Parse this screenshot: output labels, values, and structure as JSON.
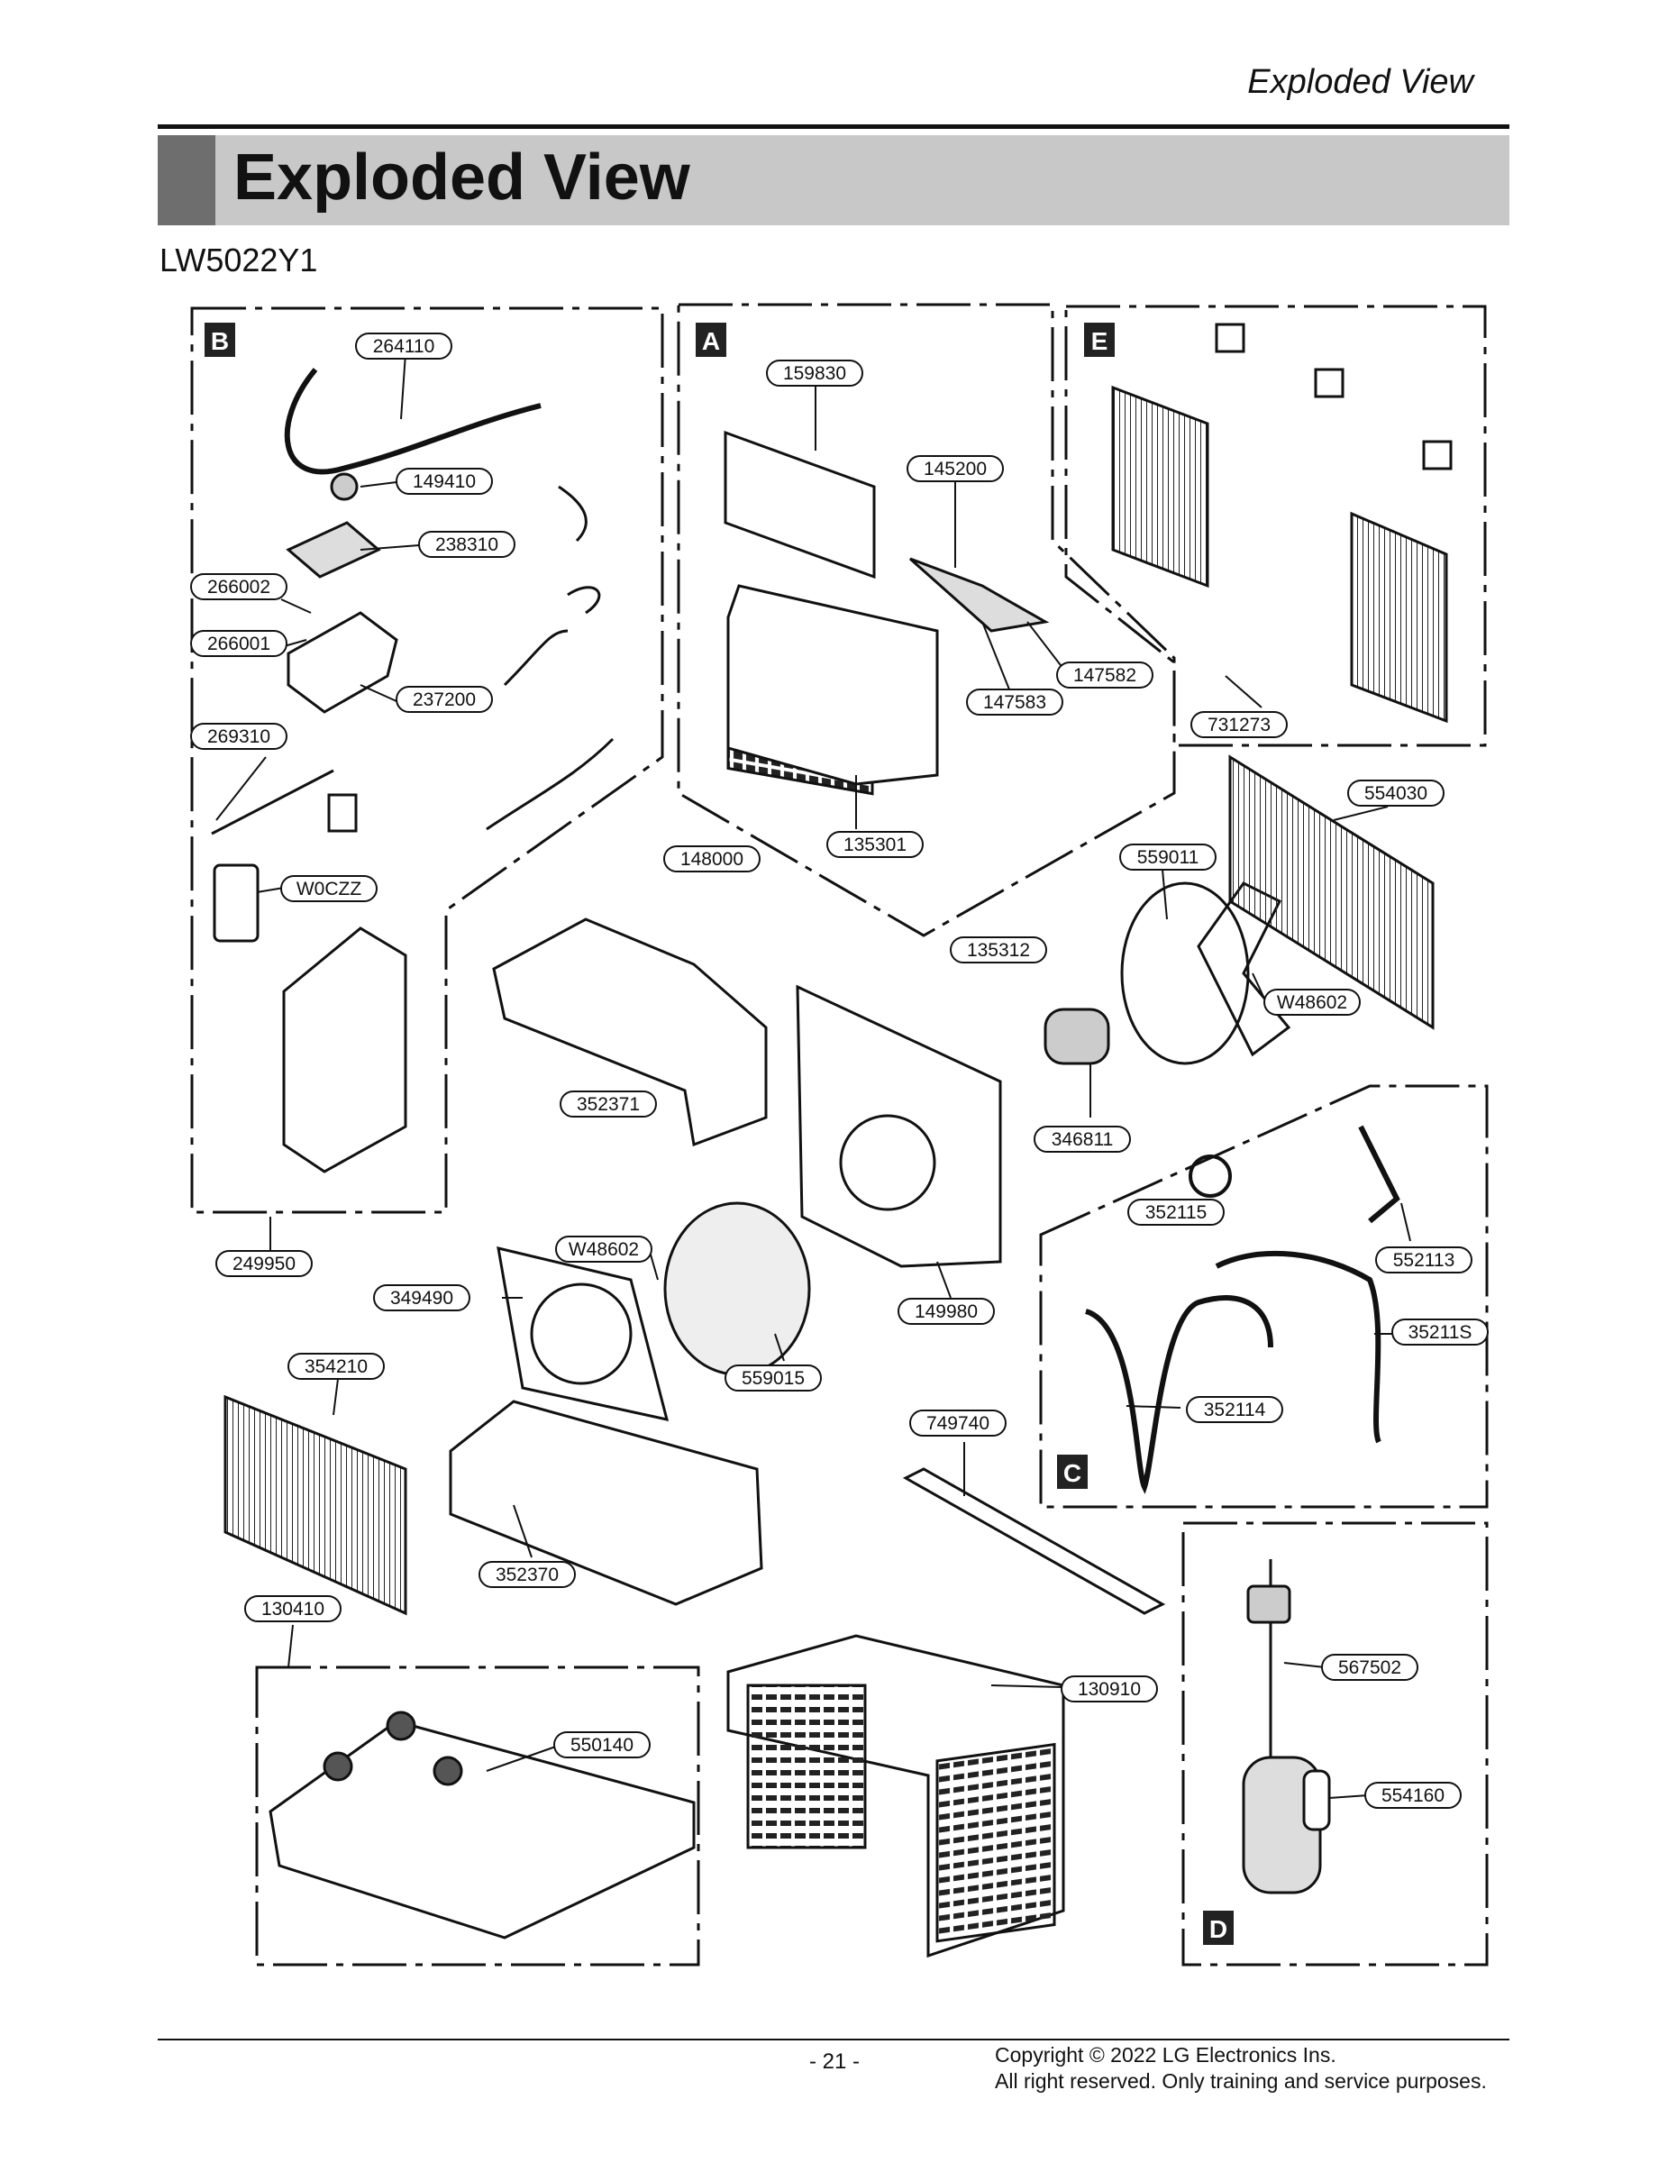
{
  "header": {
    "running_title": "Exploded View",
    "title": "Exploded View",
    "model": "LW5022Y1"
  },
  "sections": [
    "B",
    "A",
    "E",
    "C",
    "D"
  ],
  "callouts": [
    {
      "code": "264110"
    },
    {
      "code": "149410"
    },
    {
      "code": "238310"
    },
    {
      "code": "266002"
    },
    {
      "code": "266001"
    },
    {
      "code": "237200"
    },
    {
      "code": "269310"
    },
    {
      "code": "W0CZZ"
    },
    {
      "code": "249950"
    },
    {
      "code": "159830"
    },
    {
      "code": "145200"
    },
    {
      "code": "147582"
    },
    {
      "code": "147583"
    },
    {
      "code": "135301"
    },
    {
      "code": "148000"
    },
    {
      "code": "135312"
    },
    {
      "code": "731273"
    },
    {
      "code": "554030"
    },
    {
      "code": "559011"
    },
    {
      "code": "W48602"
    },
    {
      "code": "352371"
    },
    {
      "code": "346811"
    },
    {
      "code": "352115"
    },
    {
      "code": "552113"
    },
    {
      "code": "35211S"
    },
    {
      "code": "352114"
    },
    {
      "code": "W48602"
    },
    {
      "code": "349490"
    },
    {
      "code": "149980"
    },
    {
      "code": "559015"
    },
    {
      "code": "354210"
    },
    {
      "code": "749740"
    },
    {
      "code": "352370"
    },
    {
      "code": "130410"
    },
    {
      "code": "550140"
    },
    {
      "code": "130910"
    },
    {
      "code": "567502"
    },
    {
      "code": "554160"
    }
  ],
  "footer": {
    "page": "- 21 -",
    "copyright_line1": "Copyright © 2022 LG Electronics Ins.",
    "copyright_line2": "All right reserved. Only training and service purposes."
  }
}
